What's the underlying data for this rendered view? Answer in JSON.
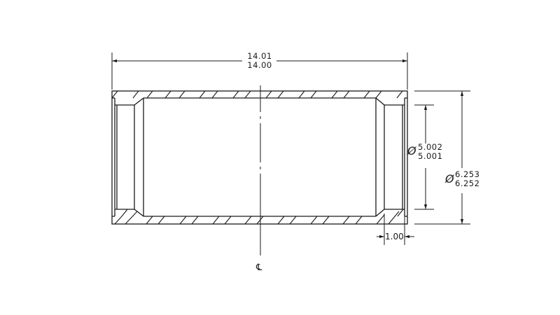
{
  "drawing": {
    "type": "section view",
    "part": "tube with counterbored ends",
    "line_color": "#1a1a1a",
    "background": "#ffffff"
  },
  "dimensions": {
    "overall_length": {
      "upper": "14.01",
      "lower": "14.00"
    },
    "counterbore_diameter": {
      "symbol": "Ø",
      "upper": "5.002",
      "lower": "5.001"
    },
    "outer_diameter": {
      "symbol": "Ø",
      "upper": "6.253",
      "lower": "6.252"
    },
    "counterbore_depth": {
      "value": "1.00"
    }
  },
  "centerline": {
    "symbol": "℄"
  }
}
